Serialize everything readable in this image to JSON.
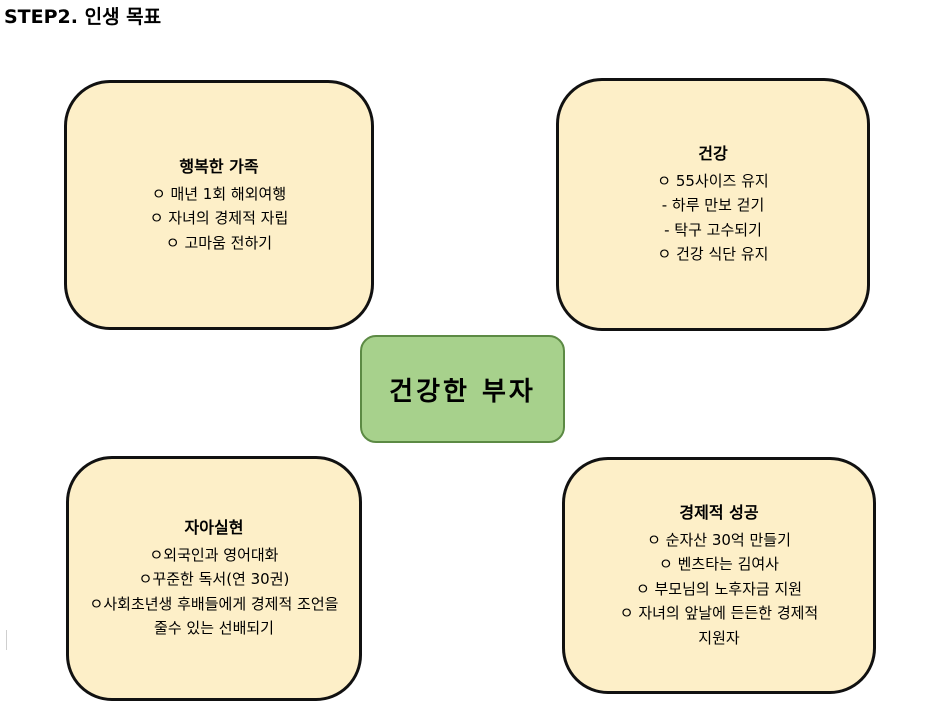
{
  "page": {
    "title": "STEP2. 인생 목표"
  },
  "center": {
    "label": "건강한 부자"
  },
  "boxes": {
    "family": {
      "title": "행복한 가족",
      "lines": [
        "ㅇ 매년 1회 해외여행",
        "ㅇ 자녀의 경제적 자립",
        "ㅇ 고마움 전하기"
      ]
    },
    "health": {
      "title": "건강",
      "lines": [
        "ㅇ 55사이즈 유지",
        "- 하루 만보 걷기",
        "- 탁구 고수되기",
        "ㅇ 건강 식단 유지"
      ]
    },
    "self": {
      "title": "자아실현",
      "lines": [
        "ㅇ외국인과 영어대화",
        "ㅇ꾸준한 독서(연 30권)",
        "ㅇ사회초년생 후배들에게 경제적 조언을",
        "줄수 있는 선배되기"
      ]
    },
    "wealth": {
      "title": "경제적 성공",
      "lines": [
        "ㅇ 순자산 30억 만들기",
        "ㅇ 벤츠타는 김여사",
        "ㅇ 부모님의 노후자금 지원",
        "ㅇ 자녀의 앞날에 든든한 경제적",
        "지원자"
      ]
    }
  },
  "colors": {
    "box_fill": "#fdefc8",
    "box_border": "#111111",
    "center_fill": "#a7d18c",
    "center_border": "#5c8a44"
  }
}
